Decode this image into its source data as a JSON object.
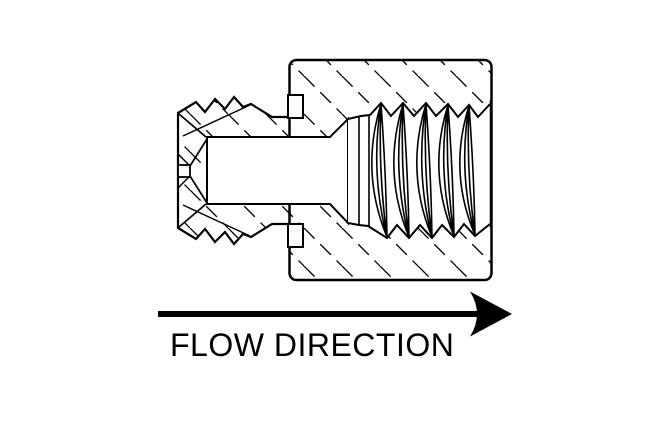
{
  "diagram": {
    "label": "FLOW DIRECTION",
    "arrow_direction": "right",
    "component": "threaded fitting cross-section",
    "colors": {
      "line": "#000000",
      "background": "#ffffff"
    }
  }
}
